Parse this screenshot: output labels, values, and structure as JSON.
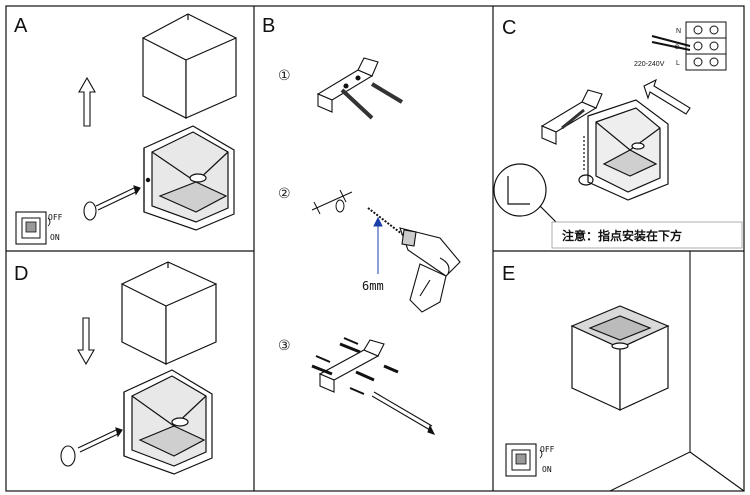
{
  "panels": {
    "a": {
      "letter": "A"
    },
    "b": {
      "letter": "B",
      "steps": [
        "①",
        "②",
        "③"
      ],
      "drill_size": "6mm"
    },
    "c": {
      "letter": "C",
      "voltage": "220-240V",
      "terminals": [
        "N",
        "⊕",
        "L"
      ],
      "note": "注意：指点安装在下方"
    },
    "d": {
      "letter": "D"
    },
    "e": {
      "letter": "E"
    }
  },
  "switch": {
    "off": "OFF",
    "on": "ON"
  },
  "colors": {
    "line": "#111111",
    "shade": "#cfcfcf",
    "face": "#eeeeee"
  }
}
